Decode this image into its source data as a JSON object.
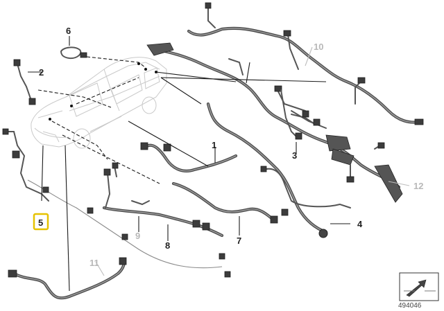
{
  "callouts": {
    "c1": "1",
    "c2": "2",
    "c3": "3",
    "c4": "4",
    "c5": "5",
    "c6": "6",
    "c7": "7",
    "c8": "8",
    "c9": "9",
    "c10": "10",
    "c11": "11",
    "c12": "12"
  },
  "highlight_color": "#e6c200",
  "reference_number": "494046"
}
